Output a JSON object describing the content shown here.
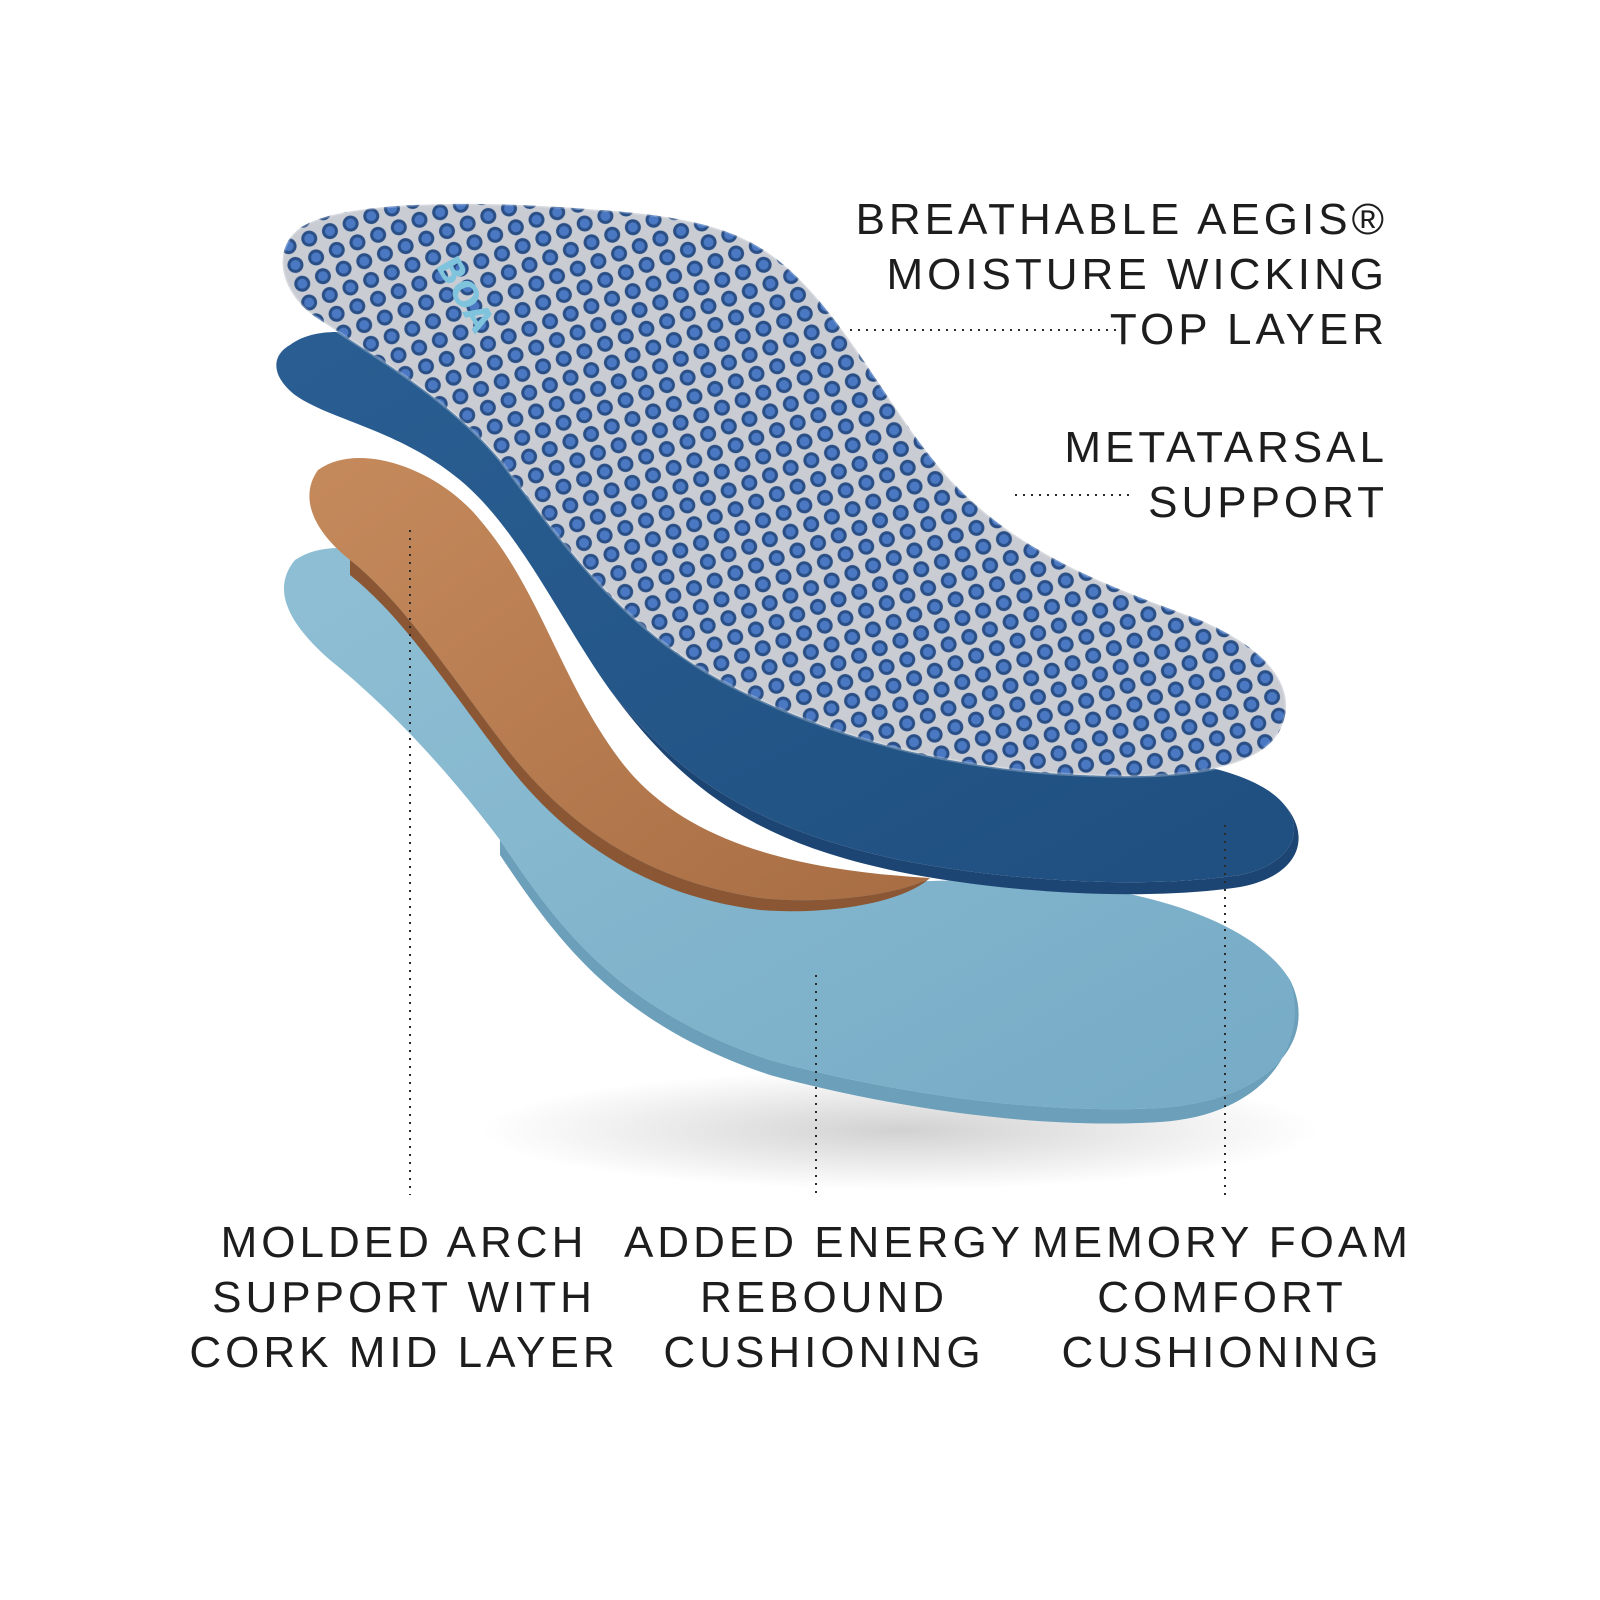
{
  "product": {
    "logo_text": "BOA"
  },
  "callouts": {
    "top_layer": {
      "lines": [
        "BREATHABLE AEGIS®",
        "MOISTURE WICKING",
        "TOP LAYER"
      ]
    },
    "metatarsal": {
      "lines": [
        "METATARSAL",
        "SUPPORT"
      ]
    },
    "arch": {
      "lines": [
        "MOLDED ARCH",
        "SUPPORT WITH",
        "CORK MID LAYER"
      ]
    },
    "energy": {
      "lines": [
        "ADDED ENERGY",
        "REBOUND",
        "CUSHIONING"
      ]
    },
    "memory": {
      "lines": [
        "MEMORY FOAM",
        "COMFORT",
        "CUSHIONING"
      ]
    }
  },
  "colors": {
    "top_fabric": "#5c6f93",
    "energy_layer": "#2d5d91",
    "cork_layer": "#b87a4f",
    "foam_layer": "#84b8d1",
    "text": "#1d1d1d"
  }
}
